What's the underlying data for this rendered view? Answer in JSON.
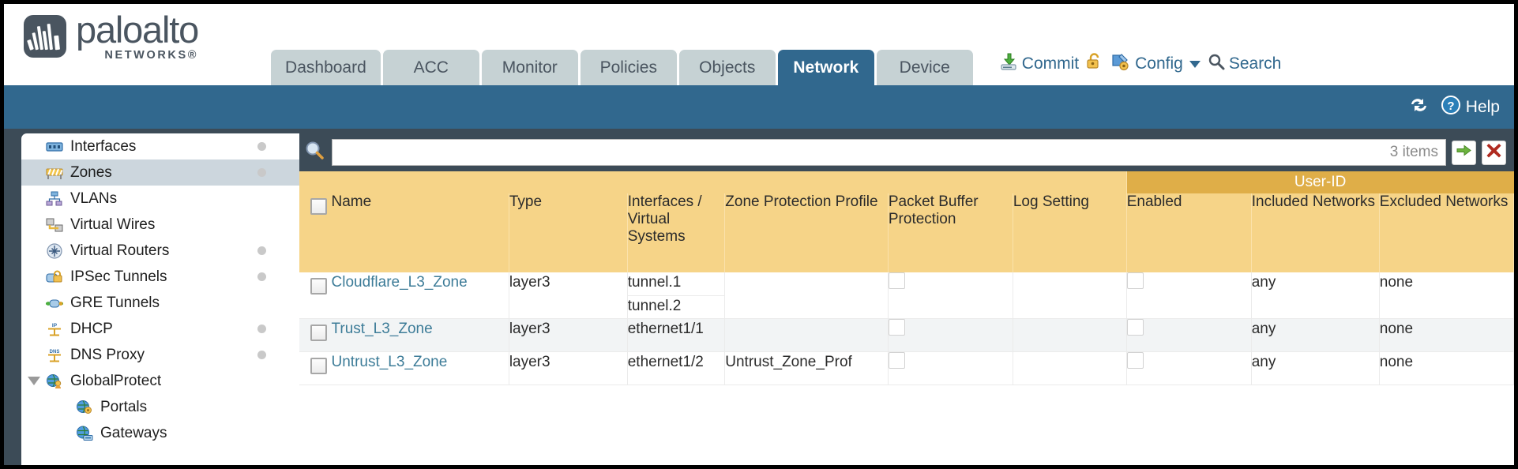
{
  "brand": {
    "name": "paloalto",
    "sub": "NETWORKS®"
  },
  "tabs": [
    {
      "label": "Dashboard",
      "active": false
    },
    {
      "label": "ACC",
      "active": false
    },
    {
      "label": "Monitor",
      "active": false
    },
    {
      "label": "Policies",
      "active": false
    },
    {
      "label": "Objects",
      "active": false
    },
    {
      "label": "Network",
      "active": true
    },
    {
      "label": "Device",
      "active": false
    }
  ],
  "top_actions": {
    "commit": "Commit",
    "lock_icon": "unlocked-padlock-icon",
    "config": "Config",
    "search": "Search"
  },
  "bluebar": {
    "refresh_icon": "refresh-icon",
    "help": "Help"
  },
  "sidebar": {
    "items": [
      {
        "label": "Interfaces",
        "icon": "interfaces-icon",
        "dot": true,
        "selected": false,
        "child": false,
        "arrow": false
      },
      {
        "label": "Zones",
        "icon": "zones-icon",
        "dot": true,
        "selected": true,
        "child": false,
        "arrow": false
      },
      {
        "label": "VLANs",
        "icon": "vlans-icon",
        "dot": false,
        "selected": false,
        "child": false,
        "arrow": false
      },
      {
        "label": "Virtual Wires",
        "icon": "virtual-wires-icon",
        "dot": false,
        "selected": false,
        "child": false,
        "arrow": false
      },
      {
        "label": "Virtual Routers",
        "icon": "virtual-routers-icon",
        "dot": true,
        "selected": false,
        "child": false,
        "arrow": false
      },
      {
        "label": "IPSec Tunnels",
        "icon": "ipsec-tunnels-icon",
        "dot": true,
        "selected": false,
        "child": false,
        "arrow": false
      },
      {
        "label": "GRE Tunnels",
        "icon": "gre-tunnels-icon",
        "dot": false,
        "selected": false,
        "child": false,
        "arrow": false
      },
      {
        "label": "DHCP",
        "icon": "dhcp-icon",
        "dot": true,
        "selected": false,
        "child": false,
        "arrow": false
      },
      {
        "label": "DNS Proxy",
        "icon": "dns-proxy-icon",
        "dot": true,
        "selected": false,
        "child": false,
        "arrow": false
      },
      {
        "label": "GlobalProtect",
        "icon": "globalprotect-icon",
        "dot": false,
        "selected": false,
        "child": false,
        "arrow": true
      },
      {
        "label": "Portals",
        "icon": "portals-icon",
        "dot": false,
        "selected": false,
        "child": true,
        "arrow": false
      },
      {
        "label": "Gateways",
        "icon": "gateways-icon",
        "dot": false,
        "selected": false,
        "child": true,
        "arrow": false
      }
    ]
  },
  "search": {
    "value": "",
    "placeholder": "",
    "items_count": "3 items",
    "apply_icon": "green-arrow-icon",
    "clear_icon": "red-x-icon"
  },
  "table": {
    "group_headers": [
      {
        "label": "User-ID",
        "span": 3
      }
    ],
    "columns": [
      "Name",
      "Type",
      "Interfaces / Virtual Systems",
      "Zone Protection Profile",
      "Packet Buffer Protection",
      "Log Setting",
      "Enabled",
      "Included Networks",
      "Excluded Networks"
    ],
    "rows": [
      {
        "name": "Cloudflare_L3_Zone",
        "type": "layer3",
        "interfaces": [
          "tunnel.1",
          "tunnel.2"
        ],
        "zone_protection_profile": "",
        "packet_buffer_protection": false,
        "log_setting": "",
        "userid_enabled": false,
        "included_networks": "any",
        "excluded_networks": "none",
        "alt": false
      },
      {
        "name": "Trust_L3_Zone",
        "type": "layer3",
        "interfaces": [
          "ethernet1/1"
        ],
        "zone_protection_profile": "",
        "packet_buffer_protection": false,
        "log_setting": "",
        "userid_enabled": false,
        "included_networks": "any",
        "excluded_networks": "none",
        "alt": true
      },
      {
        "name": "Untrust_L3_Zone",
        "type": "layer3",
        "interfaces": [
          "ethernet1/2"
        ],
        "zone_protection_profile": "Untrust_Zone_Prof",
        "packet_buffer_protection": false,
        "log_setting": "",
        "userid_enabled": false,
        "included_networks": "any",
        "excluded_networks": "none",
        "alt": false
      }
    ]
  },
  "colors": {
    "header_blue": "#31688e",
    "table_header_gold": "#f6d488",
    "group_header_gold": "#dfae48",
    "body_slate": "#3c4b57",
    "link": "#3d7c98"
  }
}
